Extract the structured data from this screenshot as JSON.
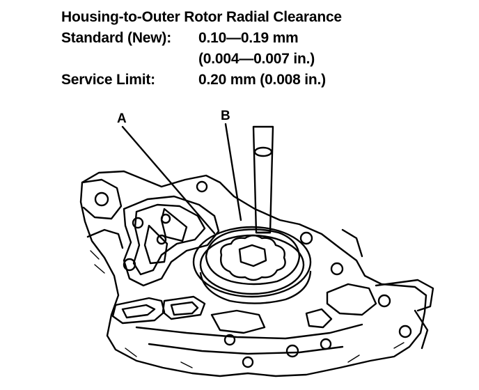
{
  "spec": {
    "title": "Housing-to-Outer Rotor Radial Clearance",
    "standard_label": "Standard (New):",
    "standard_value_mm": "0.10—0.19 mm",
    "standard_value_in": "(0.004—0.007 in.)",
    "limit_label": "Service Limit:",
    "limit_value": "0.20 mm (0.008 in.)"
  },
  "callouts": {
    "a": "A",
    "b": "B"
  }
}
